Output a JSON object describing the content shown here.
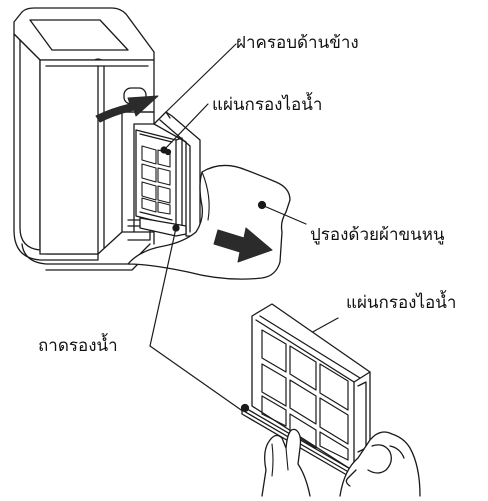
{
  "labels": {
    "side_cover": "ฝาครอบด้านข้าง",
    "filter_top": "แผ่นกรองไอน้ำ",
    "towel": "ปูรองด้วยผ้าขนหนู",
    "filter_bottom": "แผ่นกรองไอน้ำ",
    "tray": "ถาดรองน้ำ"
  },
  "colors": {
    "line": "#1a1a1a",
    "arrow": "#2b2b2b",
    "background": "#ffffff"
  }
}
